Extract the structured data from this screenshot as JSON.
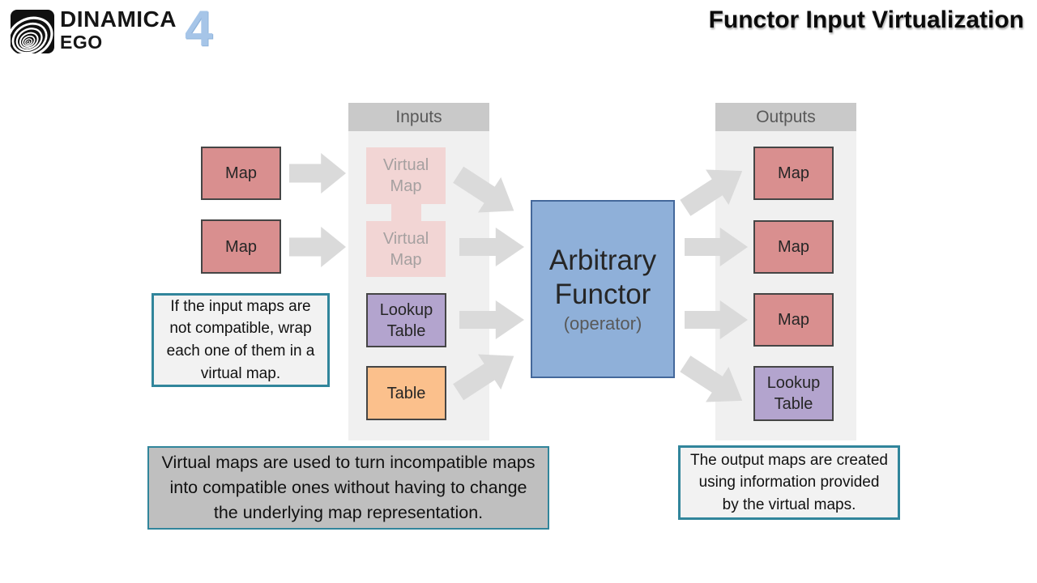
{
  "logo": {
    "name_top": "DINAMICA",
    "name_bottom": "EGO",
    "version": "4"
  },
  "slide_title": "Functor Input Virtualization",
  "inputs_column": {
    "header": "Inputs"
  },
  "outputs_column": {
    "header": "Outputs"
  },
  "source_maps": [
    {
      "label": "Map"
    },
    {
      "label": "Map"
    }
  ],
  "virtual_maps": [
    {
      "label": "Virtual Map"
    },
    {
      "label": "Virtual Map"
    }
  ],
  "input_lookup": {
    "label": "Lookup Table"
  },
  "input_table": {
    "label": "Table"
  },
  "functor": {
    "name": "Arbitrary Functor",
    "qualifier": "(operator)"
  },
  "output_nodes": [
    {
      "label": "Map"
    },
    {
      "label": "Map"
    },
    {
      "label": "Map"
    },
    {
      "label": "Lookup Table"
    }
  ],
  "callouts": {
    "left": "If the input maps are not compatible, wrap each one of them in a virtual map.",
    "bottom": "Virtual maps are used to turn incompatible maps into compatible ones without having to change the underlying map representation.",
    "right": "The output maps are created using information provided by the virtual maps."
  },
  "colors": {
    "map_fill": "#D98F8F",
    "virtual_map_fill": "#F2D5D4",
    "lookup_fill": "#B3A4CE",
    "table_fill": "#FBC08C",
    "functor_fill": "#8FB0D9",
    "functor_border": "#44689B",
    "arrow_fill": "#DADADA",
    "lane_fill": "#F0F0F0",
    "lane_header_fill": "#C9C9C9",
    "callout_border": "#31859B",
    "callout_light_fill": "#F2F2F2",
    "callout_gray_fill": "#BFBFBF",
    "version_blue": "#A6C5E8"
  }
}
